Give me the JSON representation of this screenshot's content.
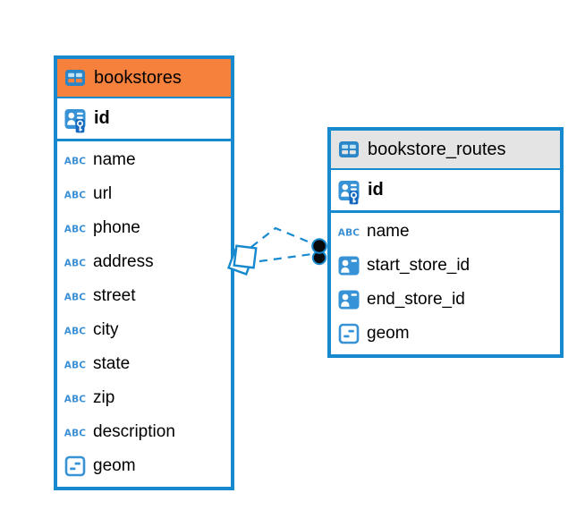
{
  "diagram": {
    "tables": [
      {
        "name": "bookstores",
        "header_bg": "#F5813C",
        "icon": "table",
        "primary_key": {
          "label": "id",
          "icon": "primary-key"
        },
        "columns": [
          {
            "label": "name",
            "icon": "text"
          },
          {
            "label": "url",
            "icon": "text"
          },
          {
            "label": "phone",
            "icon": "text"
          },
          {
            "label": "address",
            "icon": "text"
          },
          {
            "label": "street",
            "icon": "text"
          },
          {
            "label": "city",
            "icon": "text"
          },
          {
            "label": "state",
            "icon": "text"
          },
          {
            "label": "zip",
            "icon": "text"
          },
          {
            "label": "description",
            "icon": "text"
          },
          {
            "label": "geom",
            "icon": "geometry"
          }
        ]
      },
      {
        "name": "bookstore_routes",
        "header_bg": "#E4E4E4",
        "icon": "table",
        "primary_key": {
          "label": "id",
          "icon": "primary-key"
        },
        "columns": [
          {
            "label": "name",
            "icon": "text"
          },
          {
            "label": "start_store_id",
            "icon": "reference"
          },
          {
            "label": "end_store_id",
            "icon": "reference"
          },
          {
            "label": "geom",
            "icon": "geometry"
          }
        ]
      }
    ],
    "relations": [
      {
        "from": "bookstores",
        "to": "bookstore_routes",
        "style": "dashed"
      },
      {
        "from": "bookstores",
        "to": "bookstore_routes",
        "style": "dashed"
      }
    ],
    "icons": {
      "text_glyph": "ABC"
    },
    "colors": {
      "table_border": "#1789CE",
      "relation_line": "#1789CE",
      "icon_blue": "#3793D5",
      "icon_key_backdrop": "#1568BE",
      "header_orange": "#F5813C",
      "header_gray": "#E4E4E4",
      "endpoint_dot": "#0A0A0A",
      "text": "#000000"
    }
  }
}
